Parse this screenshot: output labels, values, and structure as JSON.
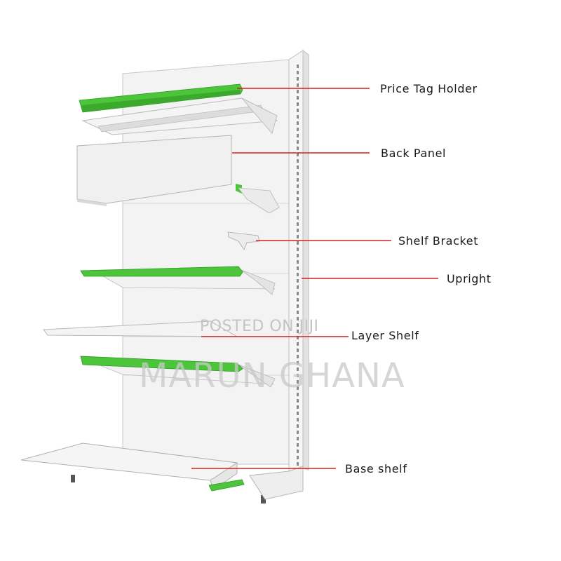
{
  "labels": {
    "price_tag_holder": "Price Tag Holder",
    "back_panel": "Back Panel",
    "shelf_bracket": "Shelf Bracket",
    "upright": "Upright",
    "layer_shelf": "Layer Shelf",
    "base_shelf": "Base shelf"
  },
  "watermark": {
    "line1": "POSTED ON JIJI",
    "line2": "MARUN GHANA"
  },
  "colors": {
    "price_tag_green": "#4cc53a",
    "leader_line": "#d42020",
    "metal": "#f1f1f1",
    "metal_shadow": "#cfcfcf",
    "outline": "#b0b0b0"
  }
}
